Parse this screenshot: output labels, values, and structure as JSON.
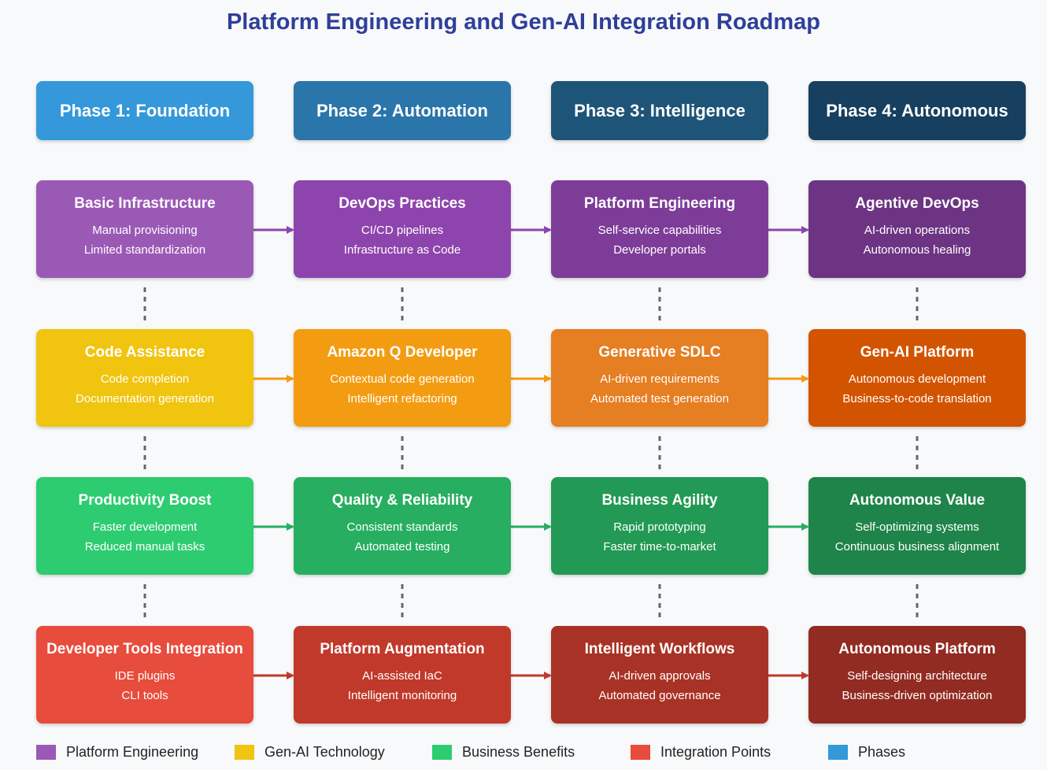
{
  "title": "Platform Engineering and Gen-AI Integration Roadmap",
  "phases": [
    {
      "label": "Phase 1: Foundation",
      "color": "#3498db"
    },
    {
      "label": "Phase 2: Automation",
      "color": "#2a75aa"
    },
    {
      "label": "Phase 3: Intelligence",
      "color": "#1e5478"
    },
    {
      "label": "Phase 4: Autonomous",
      "color": "#173f5f"
    }
  ],
  "rows": [
    {
      "category": "platform",
      "arrow_color": "#8e44ad",
      "cards": [
        {
          "title": "Basic Infrastructure",
          "line1": "Manual provisioning",
          "line2": "Limited standardization",
          "color": "#9b59b6"
        },
        {
          "title": "DevOps Practices",
          "line1": "CI/CD pipelines",
          "line2": "Infrastructure as Code",
          "color": "#8e44ad"
        },
        {
          "title": "Platform Engineering",
          "line1": "Self-service capabilities",
          "line2": "Developer portals",
          "color": "#7d3c98"
        },
        {
          "title": "Agentive DevOps",
          "line1": "AI-driven operations",
          "line2": "Autonomous healing",
          "color": "#6c3483"
        }
      ]
    },
    {
      "category": "genai",
      "arrow_color": "#f39c12",
      "cards": [
        {
          "title": "Code Assistance",
          "line1": "Code completion",
          "line2": "Documentation generation",
          "color": "#f1c40f"
        },
        {
          "title": "Amazon Q Developer",
          "line1": "Contextual code generation",
          "line2": "Intelligent refactoring",
          "color": "#f39c12"
        },
        {
          "title": "Generative SDLC",
          "line1": "AI-driven requirements",
          "line2": "Automated test generation",
          "color": "#e67e22"
        },
        {
          "title": "Gen-AI Platform",
          "line1": "Autonomous development",
          "line2": "Business-to-code translation",
          "color": "#d35400"
        }
      ]
    },
    {
      "category": "business",
      "arrow_color": "#27ae60",
      "cards": [
        {
          "title": "Productivity Boost",
          "line1": "Faster development",
          "line2": "Reduced manual tasks",
          "color": "#2ecc71"
        },
        {
          "title": "Quality & Reliability",
          "line1": "Consistent standards",
          "line2": "Automated testing",
          "color": "#27ae60"
        },
        {
          "title": "Business Agility",
          "line1": "Rapid prototyping",
          "line2": "Faster time-to-market",
          "color": "#229954"
        },
        {
          "title": "Autonomous Value",
          "line1": "Self-optimizing systems",
          "line2": "Continuous business alignment",
          "color": "#1e8449"
        }
      ]
    },
    {
      "category": "integration",
      "arrow_color": "#c0392b",
      "cards": [
        {
          "title": "Developer Tools Integration",
          "line1": "IDE plugins",
          "line2": "CLI tools",
          "color": "#e74c3c"
        },
        {
          "title": "Platform Augmentation",
          "line1": "AI-assisted IaC",
          "line2": "Intelligent monitoring",
          "color": "#c0392b"
        },
        {
          "title": "Intelligent Workflows",
          "line1": "AI-driven approvals",
          "line2": "Automated governance",
          "color": "#a93226"
        },
        {
          "title": "Autonomous Platform",
          "line1": "Self-designing architecture",
          "line2": "Business-driven optimization",
          "color": "#922b21"
        }
      ]
    }
  ],
  "legend": [
    {
      "label": "Platform Engineering",
      "color": "#9b59b6"
    },
    {
      "label": "Gen-AI Technology",
      "color": "#f1c40f"
    },
    {
      "label": "Business Benefits",
      "color": "#2ecc71"
    },
    {
      "label": "Integration Points",
      "color": "#e74c3c"
    },
    {
      "label": "Phases",
      "color": "#3498db"
    }
  ]
}
